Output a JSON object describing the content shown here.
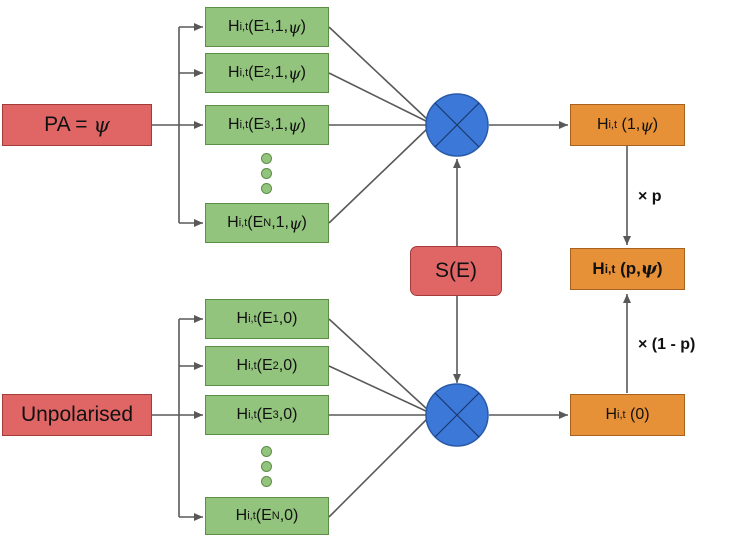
{
  "inputs": {
    "polarised": {
      "text": "PA = ",
      "symbol": "ψ"
    },
    "unpolarised": {
      "text": "Unpolarised"
    }
  },
  "sensitivity": {
    "text": "S(E)"
  },
  "polarised_boxes": [
    {
      "h": "H",
      "sub": "i,t",
      "open": "(E",
      "esub": "1",
      "rest": ",1,",
      "psi": "ψ",
      "close": ")"
    },
    {
      "h": "H",
      "sub": "i,t",
      "open": "(E",
      "esub": "2",
      "rest": ",1,",
      "psi": "ψ",
      "close": ")"
    },
    {
      "h": "H",
      "sub": "i,t",
      "open": "(E",
      "esub": "3",
      "rest": ",1,",
      "psi": "ψ",
      "close": ")"
    },
    {
      "h": "H",
      "sub": "i,t",
      "open": "(E",
      "esub": "N",
      "rest": ",1,",
      "psi": "ψ",
      "close": ")"
    }
  ],
  "unpolarised_boxes": [
    {
      "h": "H",
      "sub": "i,t",
      "open": "(E",
      "esub": "1",
      "rest": ",0)"
    },
    {
      "h": "H",
      "sub": "i,t",
      "open": "(E",
      "esub": "2",
      "rest": ",0)"
    },
    {
      "h": "H",
      "sub": "i,t",
      "open": "(E",
      "esub": "3",
      "rest": ",0)"
    },
    {
      "h": "H",
      "sub": "i,t",
      "open": "(E",
      "esub": "N",
      "rest": ",0)"
    }
  ],
  "outputs": {
    "polarised": {
      "h": "H",
      "sub": "i,t",
      "args": " (1,",
      "psi": "ψ",
      "close": ")"
    },
    "combined": {
      "h": "H",
      "sub": "i,t",
      "args": " (p,",
      "psi": "ψ",
      "close": ")"
    },
    "unpolarised": {
      "h": "H",
      "sub": "i,t",
      "args": " (0)"
    }
  },
  "weights": {
    "top": "× p",
    "bottom": "× (1 - p)"
  },
  "colors": {
    "red": "#e06666",
    "green": "#93c47d",
    "orange": "#e69138",
    "circle": "#3c78d8",
    "line": "#595959"
  },
  "icons": {
    "multiply": "circle-times-icon"
  }
}
